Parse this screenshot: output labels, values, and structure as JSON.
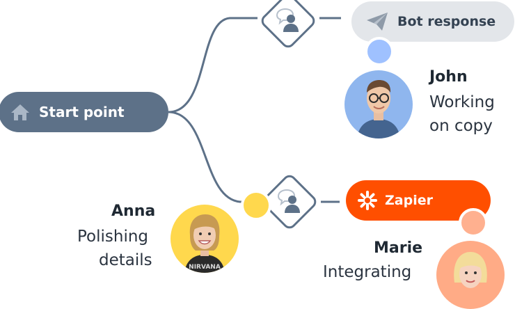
{
  "nodes": {
    "start": {
      "label": "Start point",
      "icon": "home-icon"
    },
    "bot": {
      "label": "Bot response",
      "icon": "paper-plane-icon"
    },
    "zapier": {
      "label": "Zapier",
      "icon": "zapier-asterisk-icon"
    }
  },
  "people": [
    {
      "name": "John",
      "status_line1": "Working",
      "status_line2": "on copy"
    },
    {
      "name": "Anna",
      "status_line1": "Polishing",
      "status_line2": "details"
    },
    {
      "name": "Marie",
      "status_line1": "Integrating",
      "status_line2": ""
    }
  ],
  "colors": {
    "connector": "#5d7188",
    "start_pill": "#5d7188",
    "bot_pill": "#e3e6ea",
    "zapier_pill": "#ff4f00",
    "john_dot": "#9fc1ff",
    "anna_dot": "#ffd84d",
    "marie_dot": "#ffb08f"
  }
}
